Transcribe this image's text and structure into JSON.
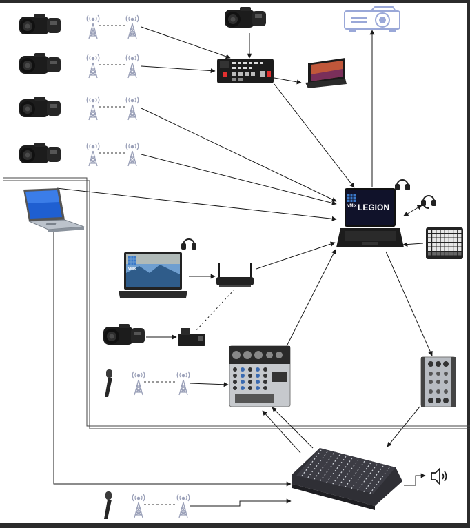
{
  "laptop_brand": "LEGION",
  "laptop_logo": "vMix",
  "laptop_logo_small": "vMix",
  "icons": [
    "camcorder-icon",
    "wireless-tower-icon",
    "video-switcher-icon",
    "projector-icon",
    "monitor-icon",
    "laptop-icon",
    "headphones-icon",
    "router-icon",
    "encoder-icon",
    "microphone-icon",
    "audio-mixer-icon",
    "launchpad-icon",
    "speaker-icon"
  ],
  "colors": {
    "canvas": "#ffffff",
    "frame": "#2b2b2b",
    "line": "#1a1a1a",
    "tower": "#9aa0b8",
    "projector": "#9aa8d8"
  }
}
